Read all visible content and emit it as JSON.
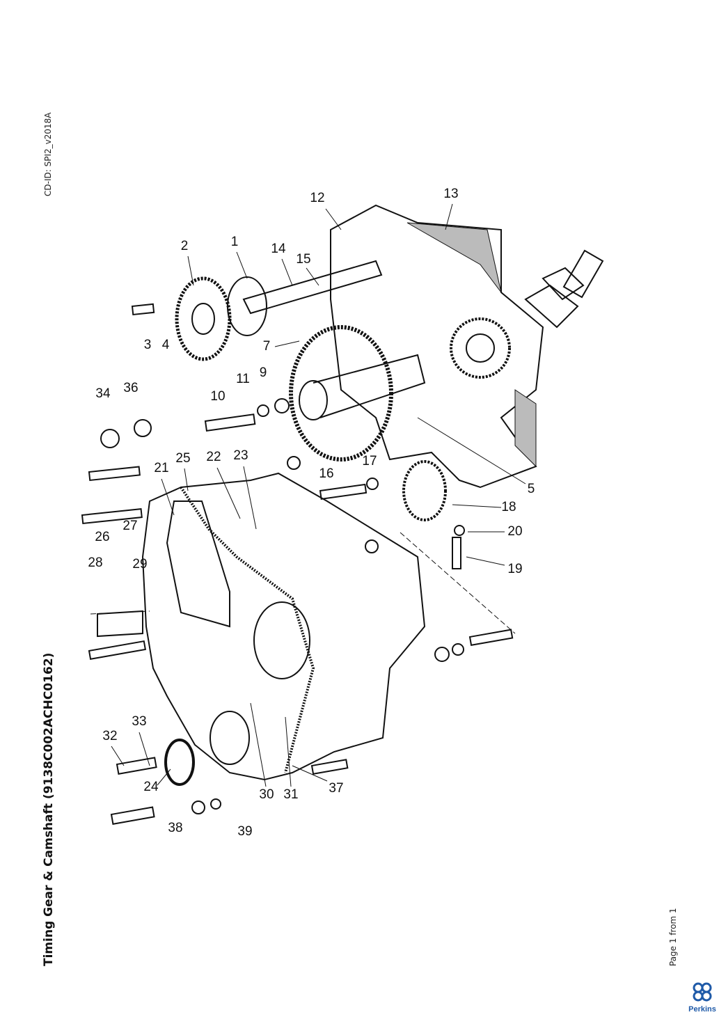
{
  "header": {
    "cd_id": "CD-ID: SPI2_v2018A"
  },
  "title": "Timing Gear & Camshaft (9138C002ACHC0162)",
  "footer": {
    "page": "Page 1 from 1",
    "brand": "Perkins"
  },
  "colors": {
    "brand": "#1f5aa8",
    "ink": "#111111"
  },
  "callouts": {
    "c1": "1",
    "c2": "2",
    "c3": "3",
    "c4": "4",
    "c5": "5",
    "c7": "7",
    "c9": "9",
    "c10": "10",
    "c11": "11",
    "c12": "12",
    "c13": "13",
    "c14": "14",
    "c15": "15",
    "c16": "16",
    "c17": "17",
    "c18": "18",
    "c19": "19",
    "c20": "20",
    "c21": "21",
    "c22": "22",
    "c23": "23",
    "c24": "24",
    "c25": "25",
    "c26": "26",
    "c27": "27",
    "c28": "28",
    "c29": "29",
    "c30": "30",
    "c31": "31",
    "c32": "32",
    "c33": "33",
    "c34": "34",
    "c36": "36",
    "c37": "37",
    "c38": "38",
    "c39": "39"
  }
}
